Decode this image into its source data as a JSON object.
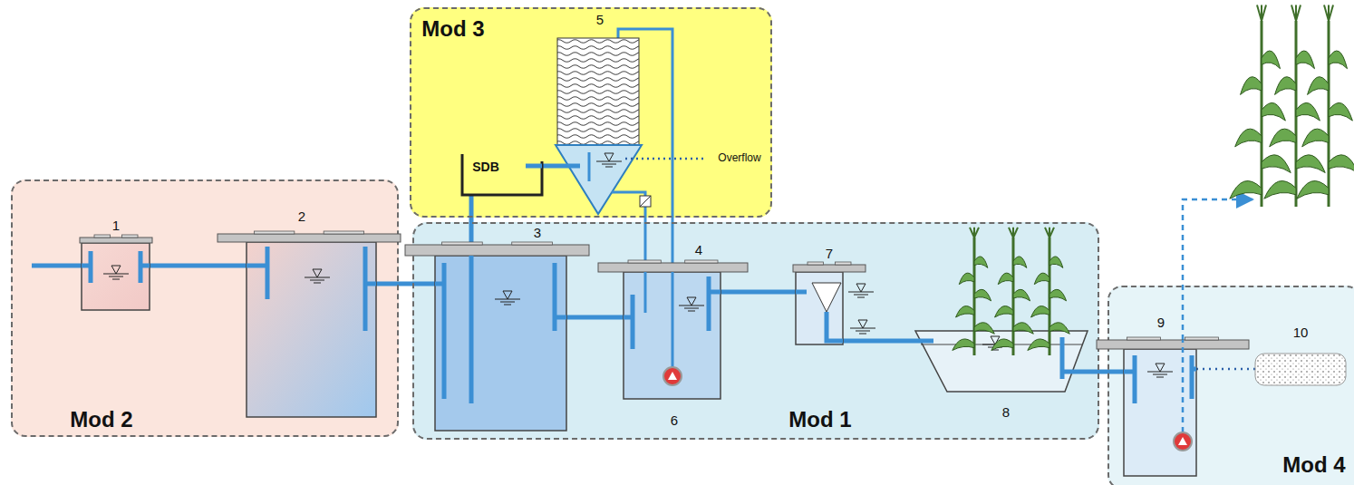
{
  "diagram": {
    "nodes": [
      {
        "text": [
          "Mod 2"
        ]
      },
      {
        "text": [
          "1"
        ],
        "in": 0
      },
      {
        "text": [
          "2"
        ],
        "in": 0
      },
      {
        "text": [
          "Mod 3"
        ]
      },
      {
        "text": [
          "SDB"
        ],
        "in": 3
      },
      {
        "text": [
          "5"
        ],
        "in": 3
      },
      {
        "text": [
          "Mod 1"
        ]
      },
      {
        "text": [
          "3"
        ],
        "in": 6
      },
      {
        "text": [
          "4"
        ],
        "in": 6
      },
      {
        "text": [
          "7"
        ],
        "in": 6
      },
      {
        "text": [
          "8"
        ],
        "in": 6
      },
      {
        "text": [
          "Mod 4"
        ]
      },
      {
        "text": [
          "9"
        ],
        "in": 11
      },
      {
        "text": [
          "10"
        ],
        "in": 11
      }
    ],
    "edges": [
      {
        "from": 1,
        "to": 2,
        "arrow": "none"
      },
      {
        "from": 2,
        "to": 7,
        "arrow": "none"
      },
      {
        "from": 7,
        "to": 8,
        "arrow": "none"
      },
      {
        "from": 8,
        "to": 9,
        "arrow": "none"
      },
      {
        "from": 9,
        "to": 10,
        "arrow": "none"
      },
      {
        "from": 10,
        "to": 12,
        "arrow": "none"
      },
      {
        "from": 12,
        "to": 13,
        "arrow": "none"
      },
      {
        "from": 7,
        "to": 4,
        "arrow": "none"
      },
      {
        "from": 4,
        "to": 5,
        "arrow": "none"
      },
      {
        "from": 8,
        "to": 5,
        "arrow": "none"
      },
      {
        "from": 5,
        "to": 8,
        "arrow": "none"
      }
    ],
    "labels": [
      "6",
      "Overflow"
    ]
  }
}
